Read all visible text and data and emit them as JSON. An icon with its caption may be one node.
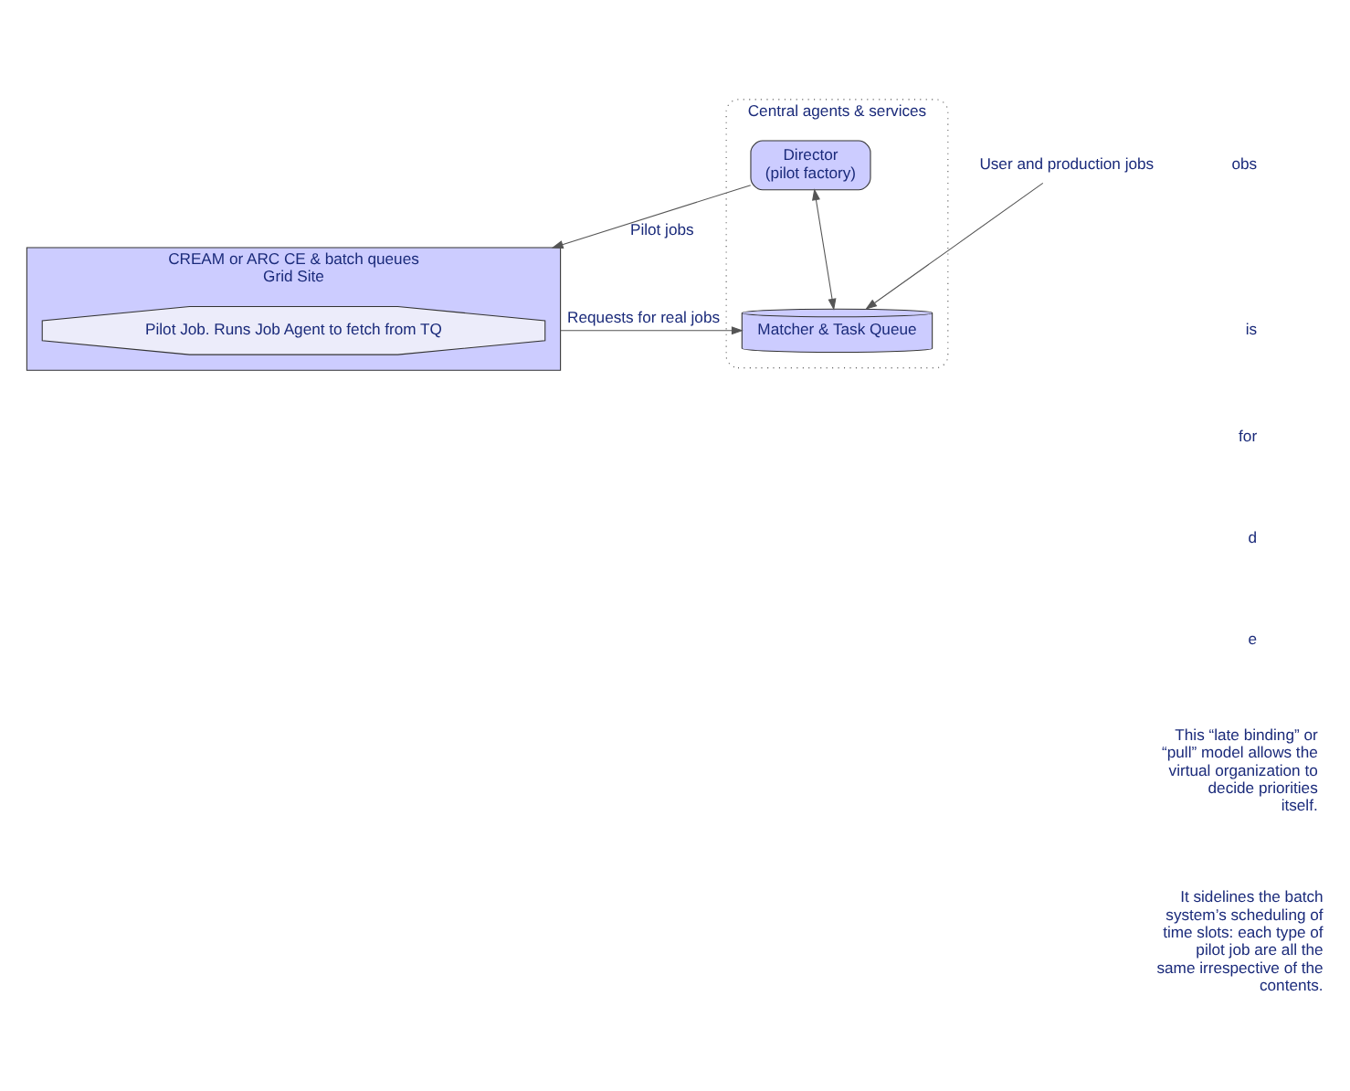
{
  "diagram": {
    "nodes": [
      {
        "text": [
          "CREAM or ARC CE & batch queues",
          "Grid Site"
        ]
      },
      {
        "text": [
          "Pilot Job. Runs Job Agent to fetch from TQ"
        ],
        "in": 0
      },
      {
        "text": [
          "Central agents & services"
        ]
      },
      {
        "text": [
          "Director",
          "(pilot factory)"
        ],
        "in": 2
      },
      {
        "text": [
          "Matcher & Task Queue"
        ],
        "in": 2
      },
      {
        "text": [
          "User and production jobs"
        ]
      }
    ],
    "edges": [
      {
        "from": 3,
        "to": 0,
        "arrow": "to",
        "label": "Pilot jobs"
      },
      {
        "from": 0,
        "to": 4,
        "arrow": "to",
        "label": "Requests for real jobs"
      },
      {
        "from": 3,
        "to": 4,
        "arrow": "both"
      },
      {
        "from": 5,
        "to": 4,
        "arrow": "to"
      }
    ],
    "labels": [
      "obs",
      "is",
      "for",
      "d",
      "e",
      "This “late binding” or “pull” model allows the virtual organization to decide priorities itself.",
      "It sidelines the batch system’s scheduling of time slots: each type of pilot job are all the same irrespective of the contents."
    ]
  }
}
